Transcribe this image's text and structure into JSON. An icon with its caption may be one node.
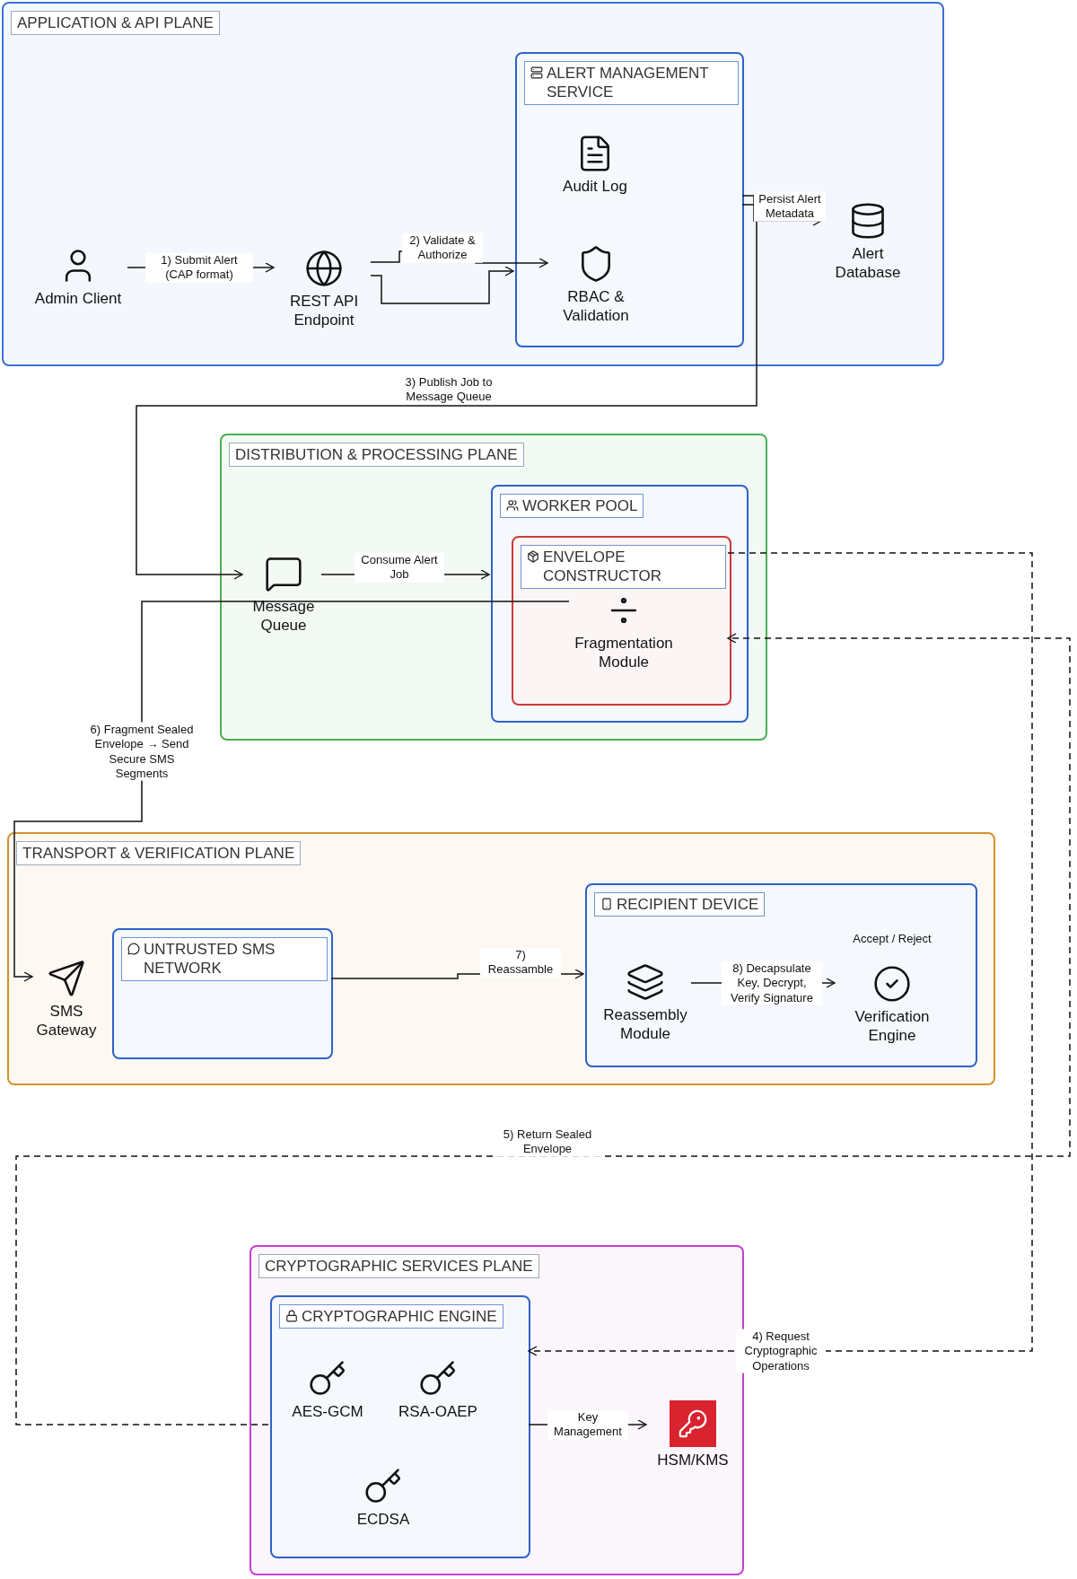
{
  "diagram": {
    "nodes": [
      {
        "text": [
          "APPLICATION & API PLANE"
        ]
      },
      {
        "text": [
          "Admin Client"
        ],
        "in": 0
      },
      {
        "text": [
          "REST API Endpoint"
        ],
        "in": 0
      },
      {
        "text": [
          "ALERT MANAGEMENT SERVICE"
        ],
        "in": 0
      },
      {
        "text": [
          "Audit Log"
        ],
        "in": 3
      },
      {
        "text": [
          "RBAC & Validation"
        ],
        "in": 3
      },
      {
        "text": [
          "Alert Database"
        ],
        "in": 0
      },
      {
        "text": [
          "DISTRIBUTION & PROCESSING PLANE"
        ]
      },
      {
        "text": [
          "Message Queue"
        ],
        "in": 7
      },
      {
        "text": [
          "WORKER POOL"
        ],
        "in": 7
      },
      {
        "text": [
          "ENVELOPE CONSTRUCTOR"
        ],
        "in": 9
      },
      {
        "text": [
          "Fragmentation Module"
        ],
        "in": 10
      },
      {
        "text": [
          "TRANSPORT & VERIFICATION PLANE"
        ]
      },
      {
        "text": [
          "SMS Gateway"
        ],
        "in": 12
      },
      {
        "text": [
          "UNTRUSTED SMS NETWORK"
        ],
        "in": 12
      },
      {
        "text": [
          "RECIPIENT DEVICE"
        ],
        "in": 12
      },
      {
        "text": [
          "Reassembly Module"
        ],
        "in": 15
      },
      {
        "text": [
          "Verification Engine"
        ],
        "beside": [
          "Accept / Reject"
        ],
        "in": 15
      },
      {
        "text": [
          "CRYPTOGRAPHIC SERVICES PLANE"
        ]
      },
      {
        "text": [
          "CRYPTOGRAPHIC ENGINE"
        ],
        "in": 18
      },
      {
        "text": [
          "AES-GCM"
        ],
        "in": 19
      },
      {
        "text": [
          "RSA-OAEP"
        ],
        "in": 19
      },
      {
        "text": [
          "ECDSA"
        ],
        "in": 19
      },
      {
        "text": [
          "HSM/KMS"
        ],
        "in": 18
      }
    ],
    "edges": [
      {
        "from": 1,
        "to": 2,
        "arrow": "to",
        "label": "1) Submit Alert (CAP format)"
      },
      {
        "from": 2,
        "to": 5,
        "arrow": "to",
        "label": "2) Validate & Authorize"
      },
      {
        "from": 2,
        "to": 3,
        "arrow": "to"
      },
      {
        "from": 3,
        "to": 6,
        "arrow": "to",
        "label": "Persist Alert Metadata"
      },
      {
        "from": 3,
        "to": 8,
        "arrow": "to",
        "label": "3) Publish Job to Message Queue"
      },
      {
        "from": 8,
        "to": 9,
        "arrow": "to",
        "label": "Consume Alert Job"
      },
      {
        "from": 10,
        "to": 19,
        "arrow": "to",
        "label": "4) Request Cryptographic Operations",
        "style": "dashed"
      },
      {
        "from": 19,
        "to": 10,
        "arrow": "to",
        "label": "5) Return Sealed Envelope",
        "style": "dashed"
      },
      {
        "from": 11,
        "to": 13,
        "arrow": "to",
        "label": "6) Fragment Sealed Envelope → Send Secure SMS Segments"
      },
      {
        "from": 14,
        "to": 15,
        "arrow": "to",
        "label": "7) Reassamble"
      },
      {
        "from": 16,
        "to": 17,
        "arrow": "to",
        "label": "8) Decapsulate Key, Decrypt, Verify Signature"
      },
      {
        "from": 19,
        "to": 23,
        "arrow": "to",
        "label": "Key Management"
      }
    ]
  }
}
